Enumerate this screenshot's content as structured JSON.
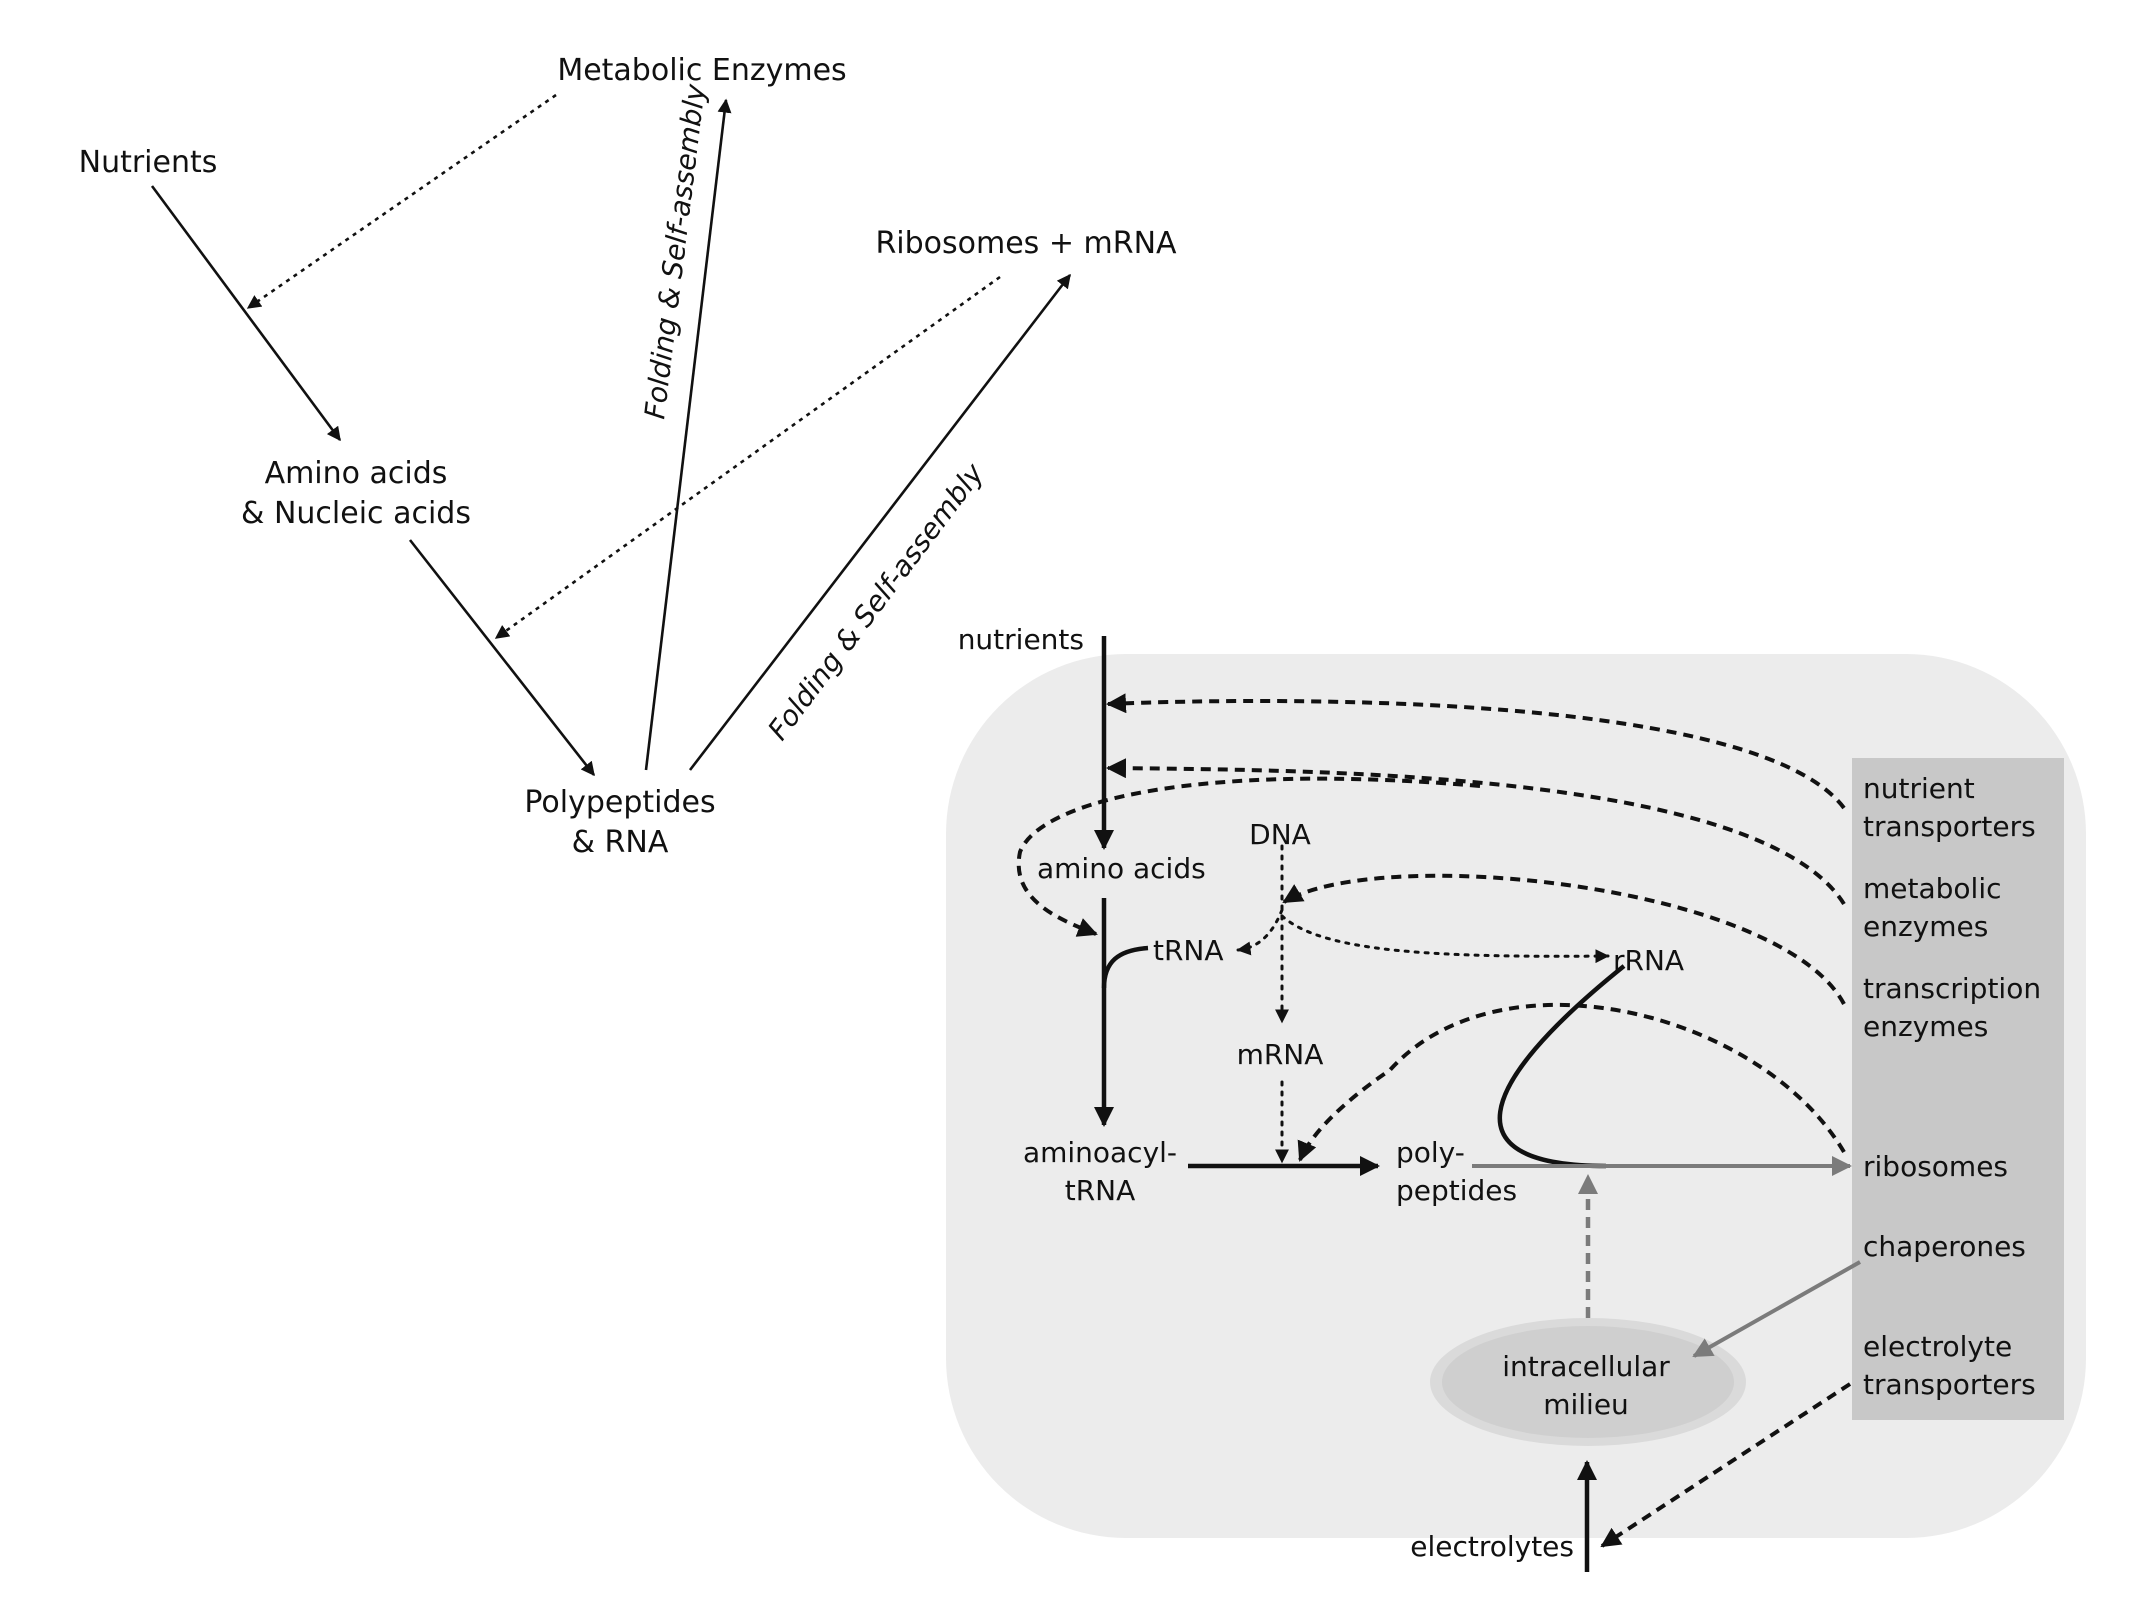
{
  "top_diagram": {
    "nodes": {
      "metabolic_enzymes": "Metabolic Enzymes",
      "nutrients": "Nutrients",
      "ribosomes_mrna": "Ribosomes + mRNA",
      "amino_acids_line1": "Amino acids",
      "amino_acids_line2": "& Nucleic acids",
      "polypeptides_line1": "Polypeptides",
      "polypeptides_line2": "& RNA"
    },
    "edge_labels": {
      "folding_1": "Folding & Self-assembly",
      "folding_2": "Folding & Self-assembly"
    }
  },
  "cell_diagram": {
    "nodes": {
      "nutrients": "nutrients",
      "amino_acids": "amino acids",
      "dna": "DNA",
      "trna": "tRNA",
      "rrna": "rRNA",
      "mrna": "mRNA",
      "aminoacyl_line1": "aminoacyl-",
      "aminoacyl_line2": "tRNA",
      "poly_line1": "poly-",
      "poly_line2": "peptides",
      "milieu_line1": "intracellular",
      "milieu_line2": "milieu",
      "electrolytes": "electrolytes"
    },
    "panel": {
      "nutrient_transporters_1": "nutrient",
      "nutrient_transporters_2": "transporters",
      "metabolic_enzymes_1": "metabolic",
      "metabolic_enzymes_2": "enzymes",
      "transcription_enzymes_1": "transcription",
      "transcription_enzymes_2": "enzymes",
      "ribosomes": "ribosomes",
      "chaperones": "chaperones",
      "electrolyte_transporters_1": "electrolyte",
      "electrolyte_transporters_2": "transporters"
    },
    "colors": {
      "cell_fill": "#ececec",
      "panel_fill": "#c8c8c8",
      "milieu_fill": "#cfcfcf",
      "grey_arrow": "#7b7b7b"
    }
  }
}
